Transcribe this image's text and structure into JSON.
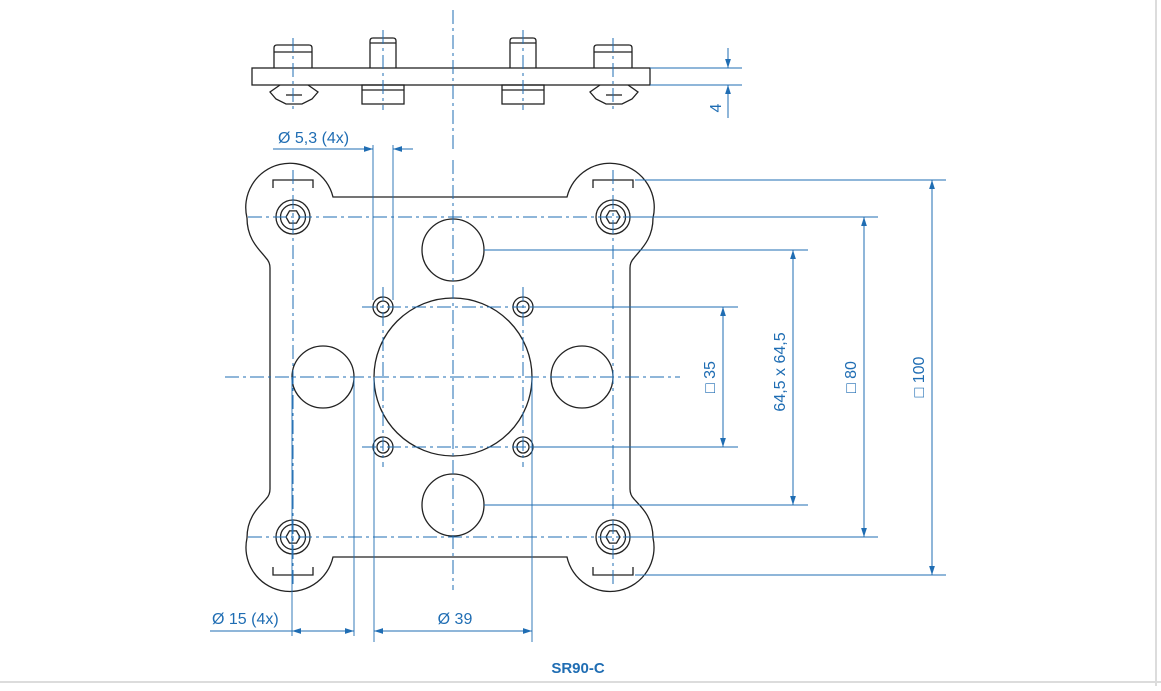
{
  "drawing": {
    "caption": "SR90-C",
    "dimensions": {
      "plate_thickness": "4",
      "hole_small": "Ø 5,3 (4x)",
      "hole_large": "Ø 15 (4x)",
      "center_bore": "Ø 39",
      "square_35": "□ 35",
      "square_645": "64,5 x 64,5",
      "square_80": "□ 80",
      "square_100": "□ 100"
    },
    "colors": {
      "dimension": "#1f6db3",
      "outline": "#222222",
      "background": "#ffffff",
      "border": "#dcdcdc"
    }
  }
}
